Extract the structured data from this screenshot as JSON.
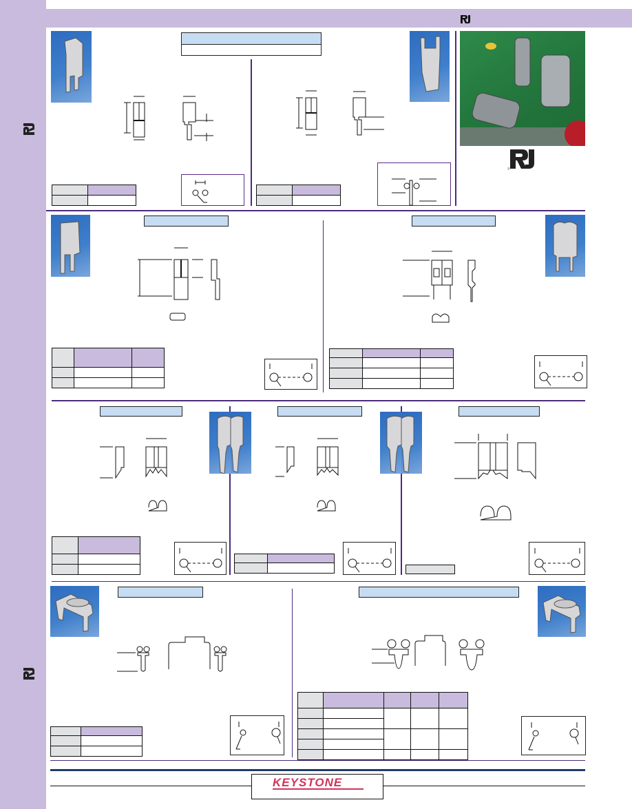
{
  "page": {
    "brand": "KEYSTONE",
    "colors": {
      "band": "#c9bbdd",
      "title_fill": "#c6dcf2",
      "divider": "#4a2a7a",
      "header_cell": "#c9bbdd",
      "key_cell": "#e1e2e4",
      "logo_red": "#d0335a",
      "footer_rule": "#1f3a68"
    }
  },
  "marks": {
    "ur_top": "ᴿꓤ",
    "ur_side_icon": "ur-recognized-icon",
    "registered": "®"
  },
  "sections": [
    {
      "id": "s1",
      "title": "",
      "subtitle": "",
      "table": {
        "rows": [
          [
            "",
            ""
          ],
          [
            "",
            ""
          ]
        ]
      }
    },
    {
      "id": "s2",
      "title": "",
      "table": {
        "rows": [
          [
            "",
            ""
          ],
          [
            "",
            ""
          ]
        ]
      }
    },
    {
      "id": "s3",
      "title": "",
      "table": {
        "rows": [
          [
            "",
            "",
            ""
          ],
          [
            "",
            "",
            ""
          ],
          [
            "",
            "",
            ""
          ]
        ]
      }
    },
    {
      "id": "s4",
      "title": "",
      "table": {
        "rows": [
          [
            "",
            "",
            ""
          ],
          [
            "",
            "",
            ""
          ],
          [
            "",
            "",
            ""
          ],
          [
            "",
            "",
            ""
          ]
        ]
      }
    },
    {
      "id": "s5",
      "title": "",
      "table": {
        "rows": [
          [
            "",
            ""
          ],
          [
            "",
            ""
          ],
          [
            "",
            ""
          ]
        ]
      }
    },
    {
      "id": "s6",
      "title": "",
      "table": {
        "rows": [
          [
            "",
            ""
          ],
          [
            "",
            ""
          ]
        ]
      }
    },
    {
      "id": "s7",
      "title": "",
      "label": ""
    },
    {
      "id": "s8",
      "title": "",
      "table": {
        "rows": [
          [
            "",
            ""
          ],
          [
            "",
            ""
          ],
          [
            "",
            ""
          ]
        ]
      }
    },
    {
      "id": "s9",
      "title": "",
      "table": {
        "rows": [
          [
            "",
            "",
            "",
            "",
            ""
          ],
          [
            "",
            "",
            "",
            "",
            ""
          ],
          [
            "",
            "",
            "",
            "",
            ""
          ],
          [
            "",
            "",
            "",
            "",
            ""
          ],
          [
            "",
            "",
            "",
            "",
            ""
          ],
          [
            "",
            "",
            "",
            "",
            ""
          ]
        ]
      }
    }
  ],
  "footer": {
    "logo_text": "KEYSTONE",
    "caption": ""
  }
}
